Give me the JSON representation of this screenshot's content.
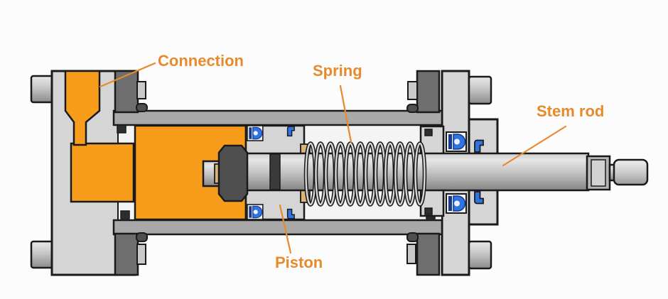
{
  "labels": {
    "connection": "Connection",
    "spring": "Spring",
    "stem_rod": "Stem rod",
    "piston": "Piston"
  },
  "colors": {
    "background": "#FCFCFC",
    "label_orange": "#E78A2C",
    "fluid_orange": "#F89C1C",
    "body_light": "#D5D5D5",
    "barrel_gray": "#A9A9A9",
    "dark_gray": "#6E6E6E",
    "nut_dark": "#4F4F4F",
    "detail_dark": "#2E2E2E",
    "magnet_dark": "#3A3A3A",
    "tab_gray": "#C9C9C9",
    "collar_gray": "#B5B5B5",
    "collar_inner": "#D2D2D2",
    "coil_gray": "#D8D8D8",
    "beige": "#D9B678",
    "seal_blue": "#2E74E3",
    "seal_navy": "#173A8C",
    "chamber_white": "#F4F4F4",
    "outline": "#1A1A1A"
  }
}
